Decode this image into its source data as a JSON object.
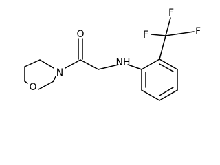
{
  "molecule": {
    "atoms": {
      "carbonyl_oxygen": "O",
      "amide_nitrogen": "N",
      "ring_oxygen": "O",
      "amine_nitrogen": "NH",
      "fluorine_1": "F",
      "fluorine_2": "F",
      "fluorine_3": "F"
    }
  }
}
